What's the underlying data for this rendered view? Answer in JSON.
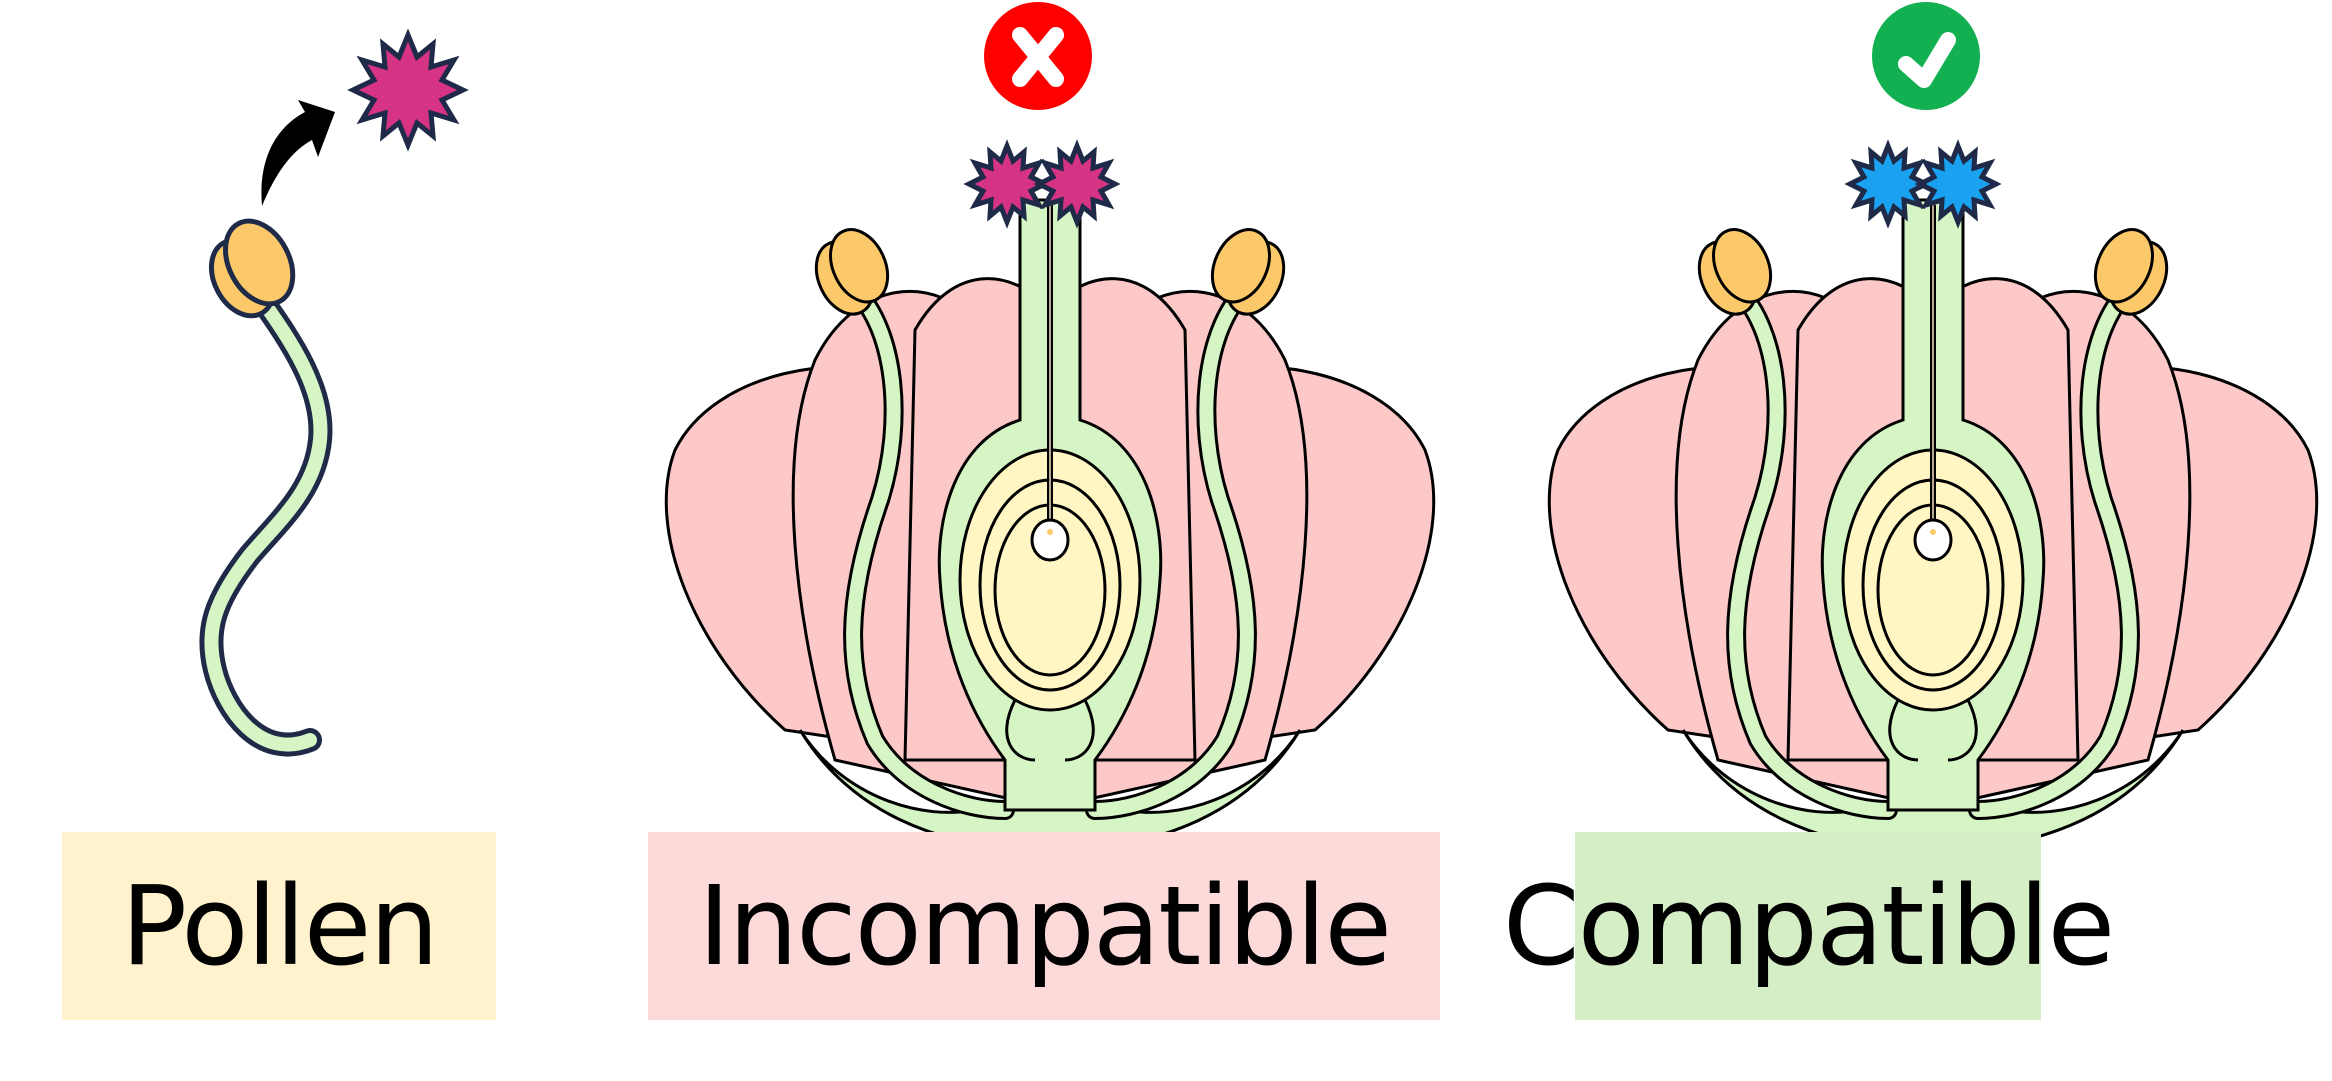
{
  "figure": {
    "title": "Pollen self-incompatibility diagram",
    "colors": {
      "petal": "#fcc8c8",
      "green_tissue": "#d6f5c4",
      "ovule": "#fff6c4",
      "anther": "#fcc96a",
      "outline": "#1e2a48",
      "magenta_signal": "#d63384",
      "blue_signal": "#1aa2f0",
      "reject_red": "#ff0000",
      "accept_green": "#12b050"
    }
  },
  "panels": [
    {
      "id": "pollen",
      "label": "Pollen",
      "label_bg": "#fff2cc",
      "signal_color": "magenta",
      "icon": "pollen-grain-icon"
    },
    {
      "id": "incompatible",
      "label": "Incompatible",
      "label_bg": "#fddada",
      "status_icon": "x-mark-icon",
      "status_color": "#ff0000",
      "stigma_signal_color": "magenta"
    },
    {
      "id": "compatible",
      "label": "Compatible",
      "label_bg": "#d5eec6",
      "status_icon": "check-mark-icon",
      "status_color": "#12b050",
      "stigma_signal_color": "blue"
    }
  ]
}
